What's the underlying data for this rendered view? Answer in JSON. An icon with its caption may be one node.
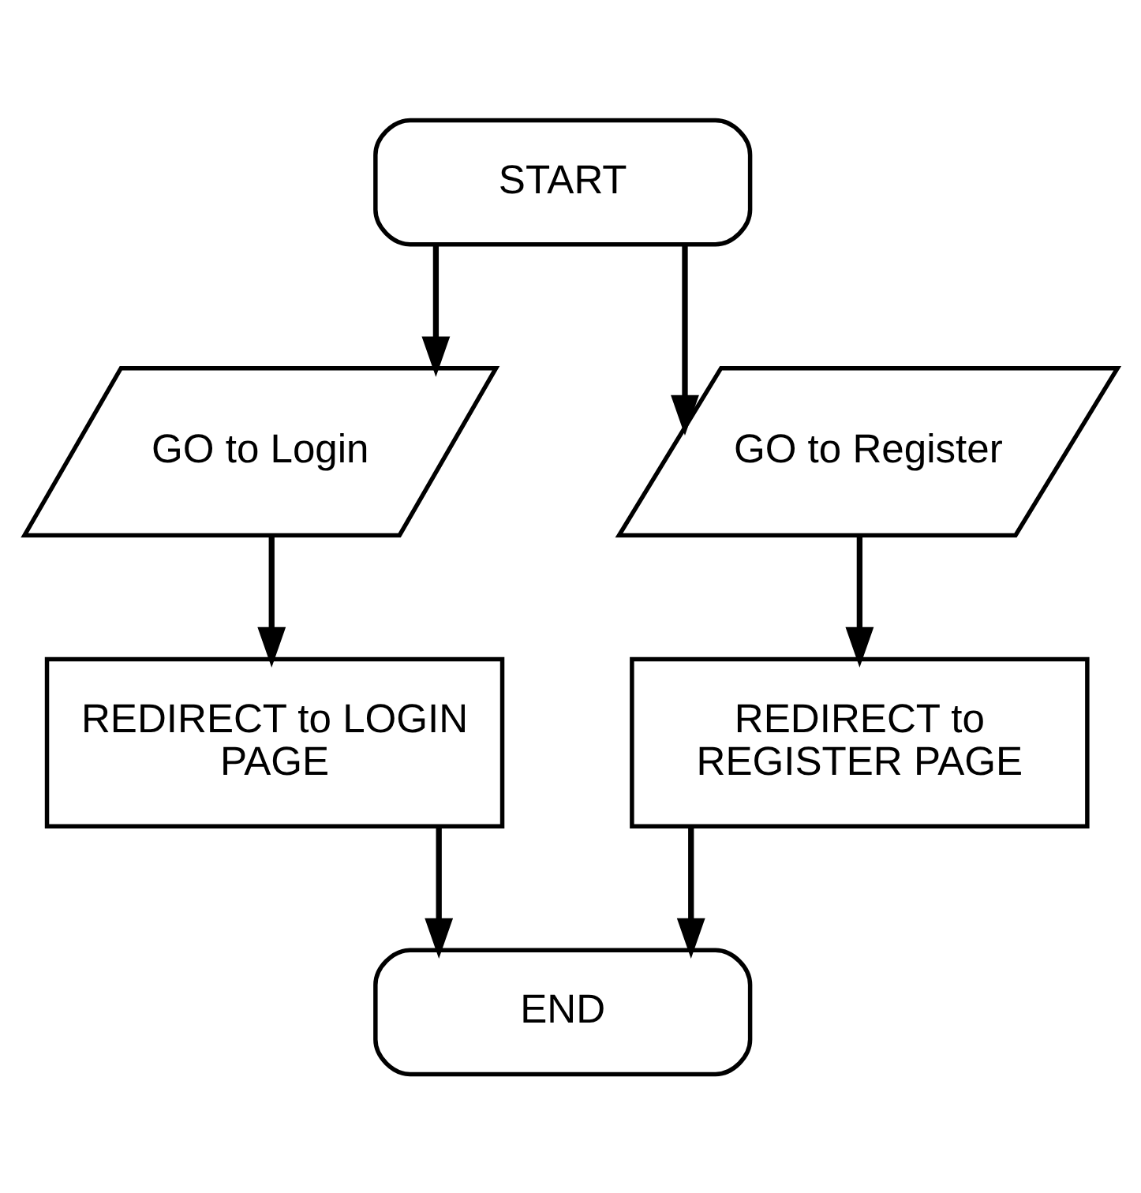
{
  "diagram": {
    "nodes": [
      {
        "text": [
          "START"
        ]
      },
      {
        "text": [
          "GO to Login"
        ]
      },
      {
        "text": [
          "GO to Register"
        ]
      },
      {
        "text": [
          "REDIRECT to LOGIN PAGE"
        ]
      },
      {
        "text": [
          "REDIRECT to REGISTER PAGE"
        ]
      },
      {
        "text": [
          "END"
        ]
      }
    ],
    "edges": [
      {
        "from": 0,
        "to": 1,
        "arrow": "to"
      },
      {
        "from": 0,
        "to": 2,
        "arrow": "to"
      },
      {
        "from": 1,
        "to": 3,
        "arrow": "to"
      },
      {
        "from": 2,
        "to": 4,
        "arrow": "to"
      },
      {
        "from": 3,
        "to": 5,
        "arrow": "to"
      },
      {
        "from": 4,
        "to": 5,
        "arrow": "to"
      }
    ]
  }
}
